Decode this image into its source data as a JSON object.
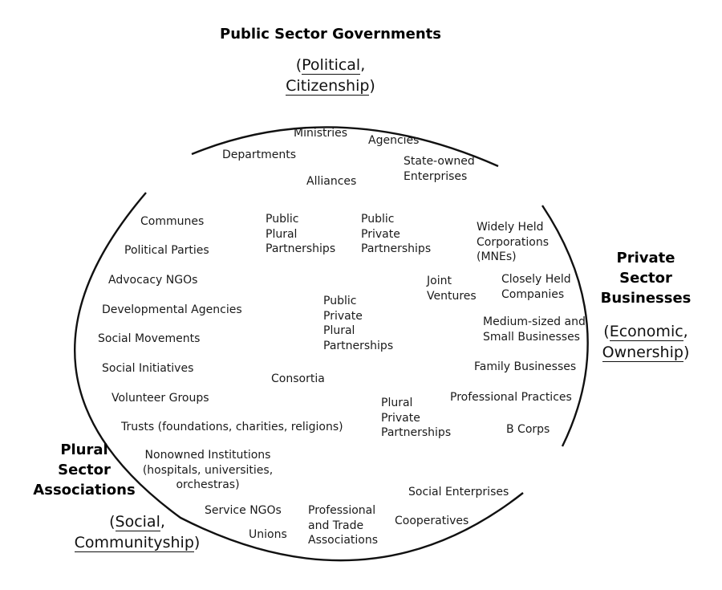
{
  "sectors": {
    "public": {
      "title": "Public Sector Governments",
      "sub_line1_open": "(",
      "sub_line1_word": "Political",
      "sub_line1_close": ",",
      "sub_line2_word": "Citizenship",
      "sub_line2_close": ")"
    },
    "private": {
      "title_line1": "Private",
      "title_line2": "Sector",
      "title_line3": "Businesses",
      "sub_line1_open": "(",
      "sub_line1_word": "Economic",
      "sub_line1_close": ",",
      "sub_line2_word": "Ownership",
      "sub_line2_close": ")"
    },
    "plural": {
      "title_line1": "Plural",
      "title_line2": "Sector",
      "title_line3": "Associations",
      "sub_line1_open": "(",
      "sub_line1_word": "Social",
      "sub_line1_close": ",",
      "sub_line2_word": "Communityship",
      "sub_line2_close": ")"
    }
  },
  "organizations": {
    "ministries": "Ministries",
    "agencies": "Agencies",
    "departments": "Departments",
    "state_owned": [
      "State-owned",
      "Enterprises"
    ],
    "alliances": "Alliances",
    "communes": "Communes",
    "public_plural": [
      "Public",
      "Plural",
      "Partnerships"
    ],
    "public_private": [
      "Public",
      "Private",
      "Partnerships"
    ],
    "widely_held": [
      "Widely Held",
      "Corporations",
      "(MNEs)"
    ],
    "political_parties": "Political Parties",
    "advocacy_ngos": "Advocacy NGOs",
    "joint_ventures": [
      "Joint",
      "Ventures"
    ],
    "closely_held": [
      "Closely Held",
      "Companies"
    ],
    "developmental": "Developmental Agencies",
    "ppp_plural": [
      "Public",
      "Private",
      "Plural",
      "Partnerships"
    ],
    "medium_small": [
      "Medium-sized and",
      "Small Businesses"
    ],
    "social_movements": "Social Movements",
    "social_initiatives": "Social Initiatives",
    "family_businesses": "Family Businesses",
    "consortia": "Consortia",
    "volunteer_groups": "Volunteer Groups",
    "professional_practices": "Professional Practices",
    "plural_private": [
      "Plural",
      "Private",
      "Partnerships"
    ],
    "trusts": "Trusts (foundations, charities, religions)",
    "b_corps": "B Corps",
    "nonowned": [
      "Nonowned Institutions",
      "(hospitals, universities,",
      "orchestras)"
    ],
    "social_enterprises": "Social Enterprises",
    "service_ngos": "Service NGOs",
    "professional_trade": [
      "Professional",
      "and Trade",
      "Associations"
    ],
    "cooperatives": "Cooperatives",
    "unions": "Unions"
  }
}
